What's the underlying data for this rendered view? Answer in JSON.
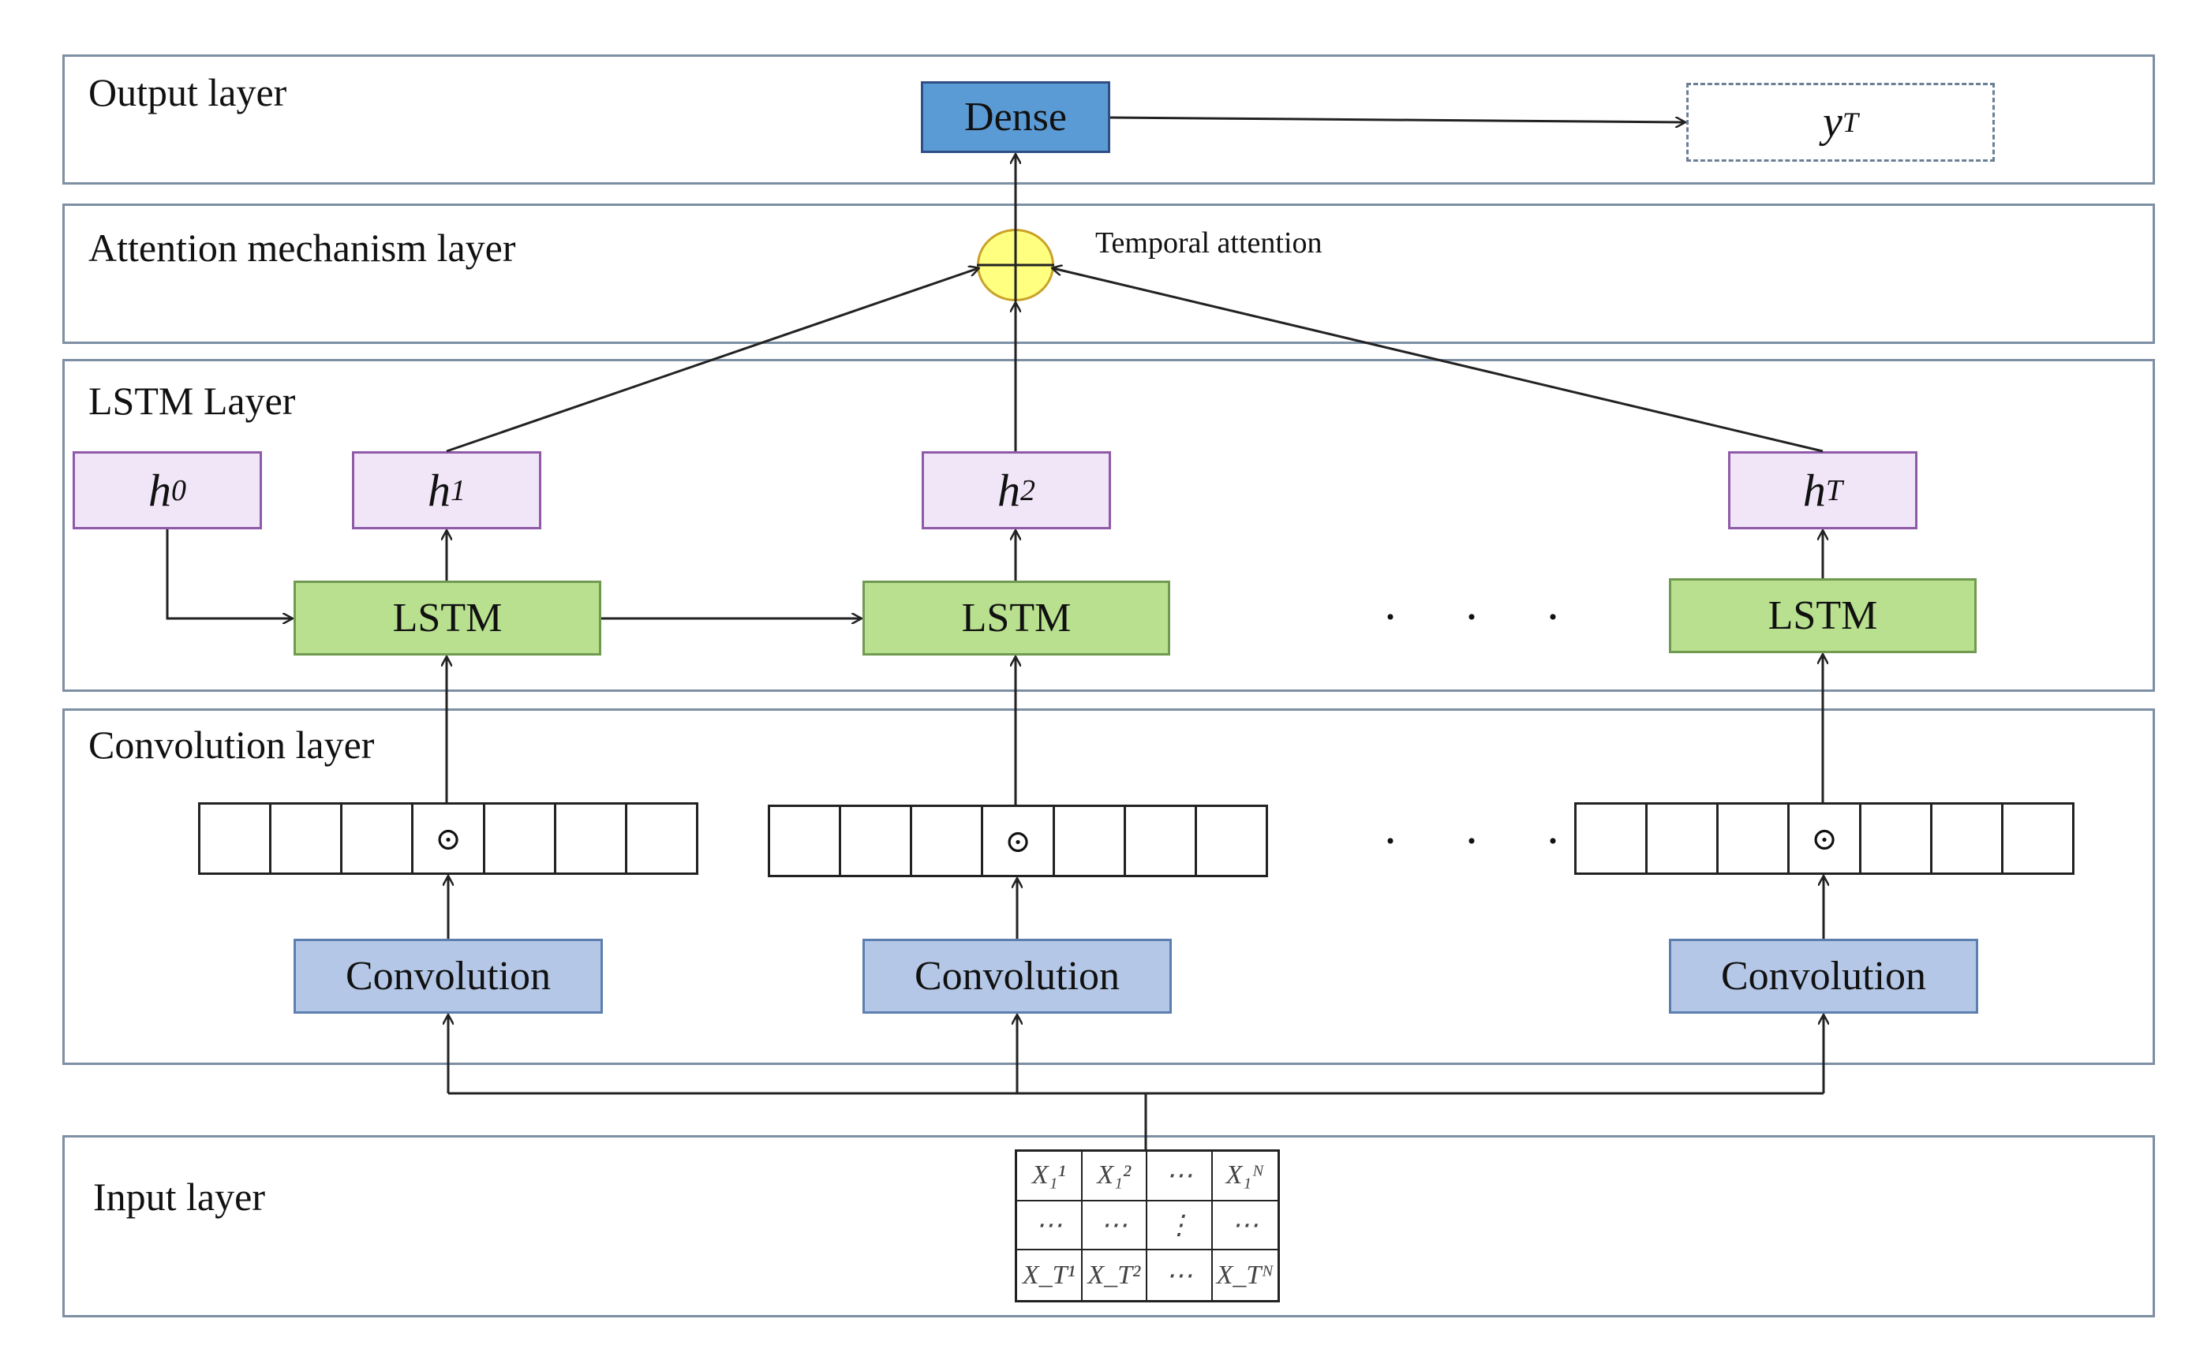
{
  "layers": {
    "output": "Output layer",
    "attention": "Attention mechanism layer",
    "lstm": "LSTM Layer",
    "convolution": "Convolution layer",
    "input": "Input layer"
  },
  "nodes": {
    "dense": "Dense",
    "output": "y",
    "output_sub": "T",
    "temporal_attention": "Temporal attention",
    "lstm": "LSTM",
    "convolution": "Convolution",
    "ellipsis": "· · ·"
  },
  "hidden_states": [
    {
      "base": "h",
      "sub": "0"
    },
    {
      "base": "h",
      "sub": "1"
    },
    {
      "base": "h",
      "sub": "2"
    },
    {
      "base": "h",
      "sub": "T"
    }
  ],
  "feature_map": {
    "dot_symbol": "⊙",
    "cells": 7
  },
  "input_matrix": {
    "rows": [
      [
        "X₁¹",
        "X₁²",
        "⋯",
        "X₁ᴺ"
      ],
      [
        "⋯",
        "⋯",
        "⋮",
        "⋯"
      ],
      [
        "X_T¹",
        "X_T²",
        "⋯",
        "X_Tᴺ"
      ]
    ]
  },
  "colors": {
    "dense": "#5b9bd5",
    "lstm": "#b8e08f",
    "convolution": "#b4c7e7",
    "hidden": "#f0e6f8",
    "attention": "#ffff80",
    "band_border": "#7d8fa3"
  }
}
